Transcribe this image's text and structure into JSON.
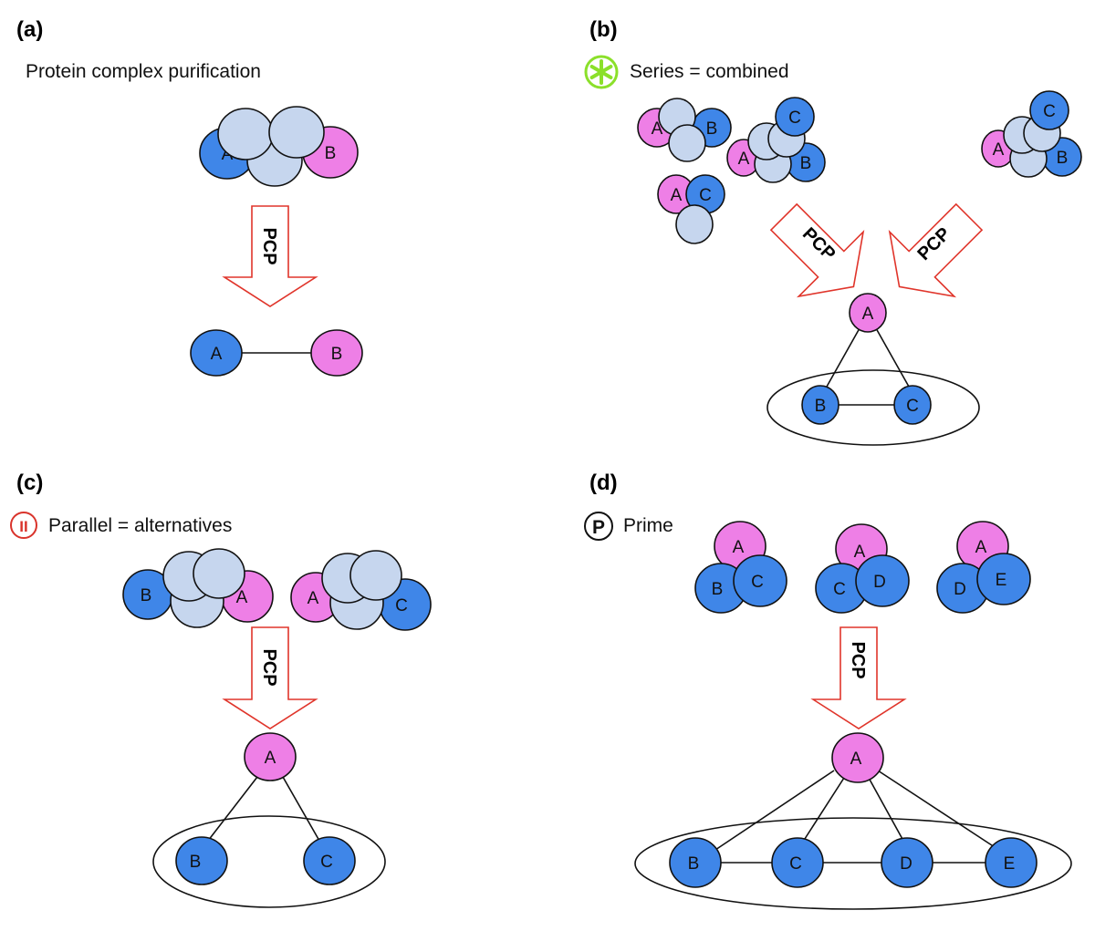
{
  "panels": {
    "a": {
      "label": "(a)",
      "caption": "Protein complex purification",
      "complex": {
        "A": "A",
        "B": "B"
      },
      "arrow": "PCP",
      "graph": {
        "A": "A",
        "B": "B"
      }
    },
    "b": {
      "label": "(b)",
      "caption": "Series = combined",
      "icon": "green-asterisk-icon",
      "complex1": {
        "A": "A",
        "B": "B"
      },
      "complex2": {
        "A": "A",
        "B": "B",
        "C": "C"
      },
      "complex3": {
        "A": "A",
        "C": "C"
      },
      "complex4": {
        "A": "A",
        "B": "B",
        "C": "C"
      },
      "arrow_left": "PCP",
      "arrow_right": "PCP",
      "graph": {
        "A": "A",
        "B": "B",
        "C": "C"
      }
    },
    "c": {
      "label": "(c)",
      "caption": "Parallel = alternatives",
      "icon": "red-parallel-icon",
      "icon_glyph": "II",
      "complex1": {
        "B": "B",
        "A": "A"
      },
      "complex2": {
        "A": "A",
        "C": "C"
      },
      "arrow": "PCP",
      "graph": {
        "A": "A",
        "B": "B",
        "C": "C"
      }
    },
    "d": {
      "label": "(d)",
      "caption": "Prime",
      "icon": "prime-p-icon",
      "icon_glyph": "P",
      "complex1": {
        "A": "A",
        "B": "B",
        "C": "C"
      },
      "complex2": {
        "A": "A",
        "C": "C",
        "D": "D"
      },
      "complex3": {
        "A": "A",
        "D": "D",
        "E": "E"
      },
      "arrow": "PCP",
      "graph": {
        "A": "A",
        "B": "B",
        "C": "C",
        "D": "D",
        "E": "E"
      }
    }
  },
  "colors": {
    "blue_protein": "#3f86e8",
    "pink_protein": "#ee7fe6",
    "pale_protein": "#c6d6ee",
    "arrow_outline": "#e0352b",
    "series_icon": "#8be02a",
    "parallel_icon": "#d9332b"
  }
}
